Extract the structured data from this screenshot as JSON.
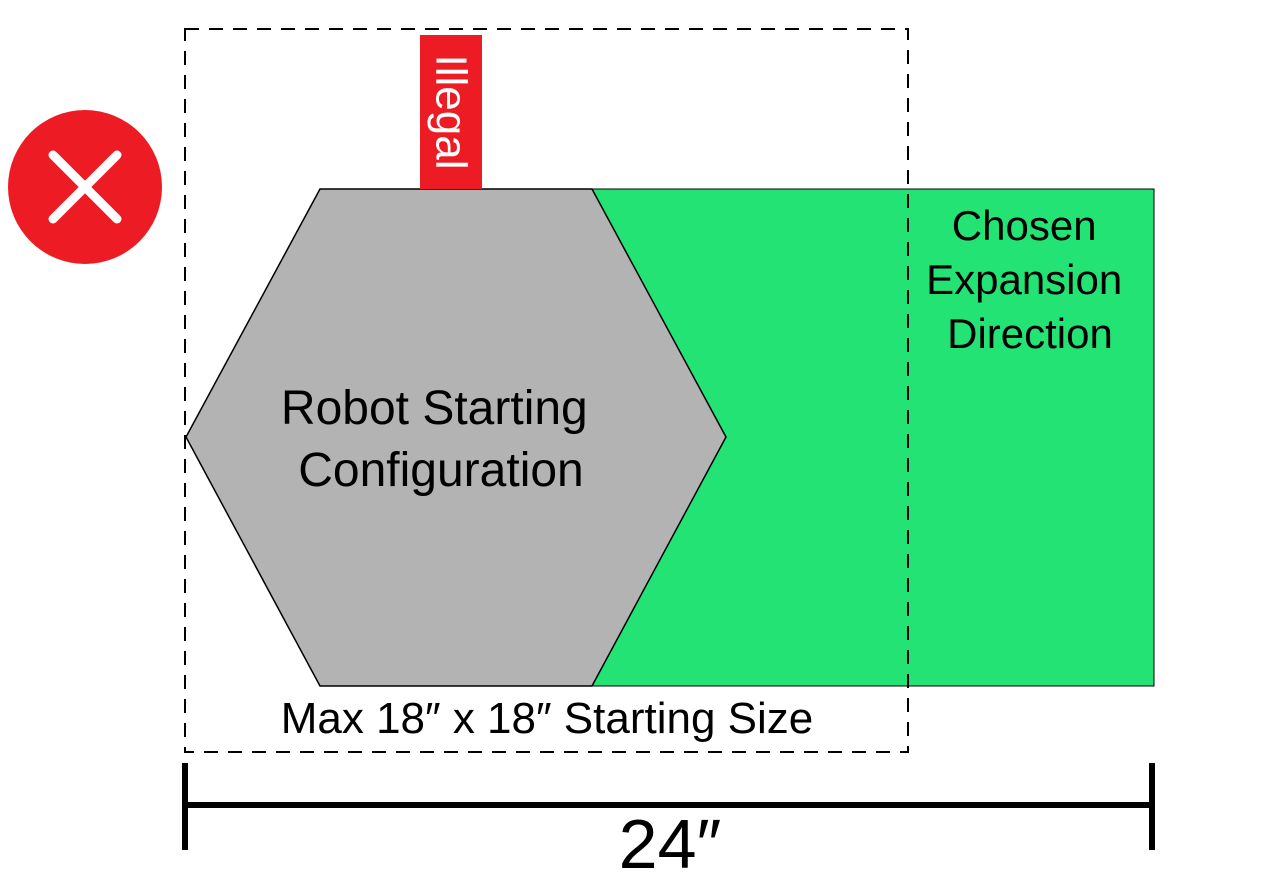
{
  "status_icon": {
    "icon": "close-x-icon",
    "meaning": "not-allowed",
    "color": "#ED1C24"
  },
  "illegal_tab": {
    "label": "Illegal",
    "color": "#ED1C24"
  },
  "robot": {
    "line1": "Robot Starting",
    "line2": "Configuration",
    "fill": "#B3B3B3"
  },
  "expansion": {
    "line1": "Chosen",
    "line2": "Expansion",
    "line3": "Direction",
    "fill": "#24E375"
  },
  "start_box": {
    "label": "Max 18″ x 18″ Starting Size"
  },
  "dimension": {
    "label": "24″"
  }
}
